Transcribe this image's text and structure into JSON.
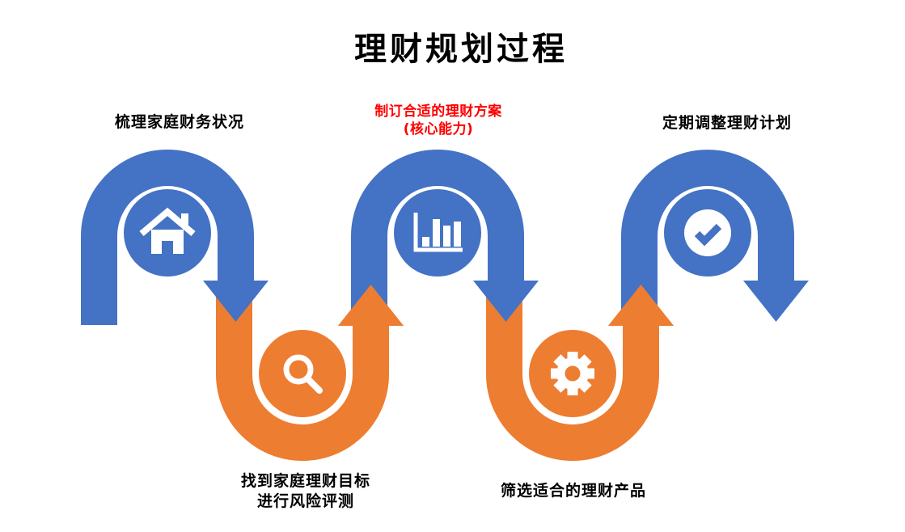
{
  "title": "理财规划过程",
  "colors": {
    "blue": "#4472C4",
    "orange": "#ED7D31",
    "icon": "#FFFFFF",
    "text": "#000000",
    "highlight": "#FF0000",
    "background": "#FFFFFF"
  },
  "steps": [
    {
      "label": "梳理家庭财务状况",
      "icon": "home-icon",
      "color": "blue",
      "row": "top",
      "highlight": false
    },
    {
      "label": "找到家庭理财目标\n进行风险评测",
      "icon": "search-icon",
      "color": "orange",
      "row": "bottom",
      "highlight": false
    },
    {
      "label": "制订合适的理财方案\n(核心能力)",
      "icon": "bar-chart-icon",
      "color": "blue",
      "row": "top",
      "highlight": true
    },
    {
      "label": "筛选适合的理财产品",
      "icon": "gear-icon",
      "color": "orange",
      "row": "bottom",
      "highlight": false
    },
    {
      "label": "定期调整理财计划",
      "icon": "check-icon",
      "color": "blue",
      "row": "top",
      "highlight": false
    }
  ]
}
